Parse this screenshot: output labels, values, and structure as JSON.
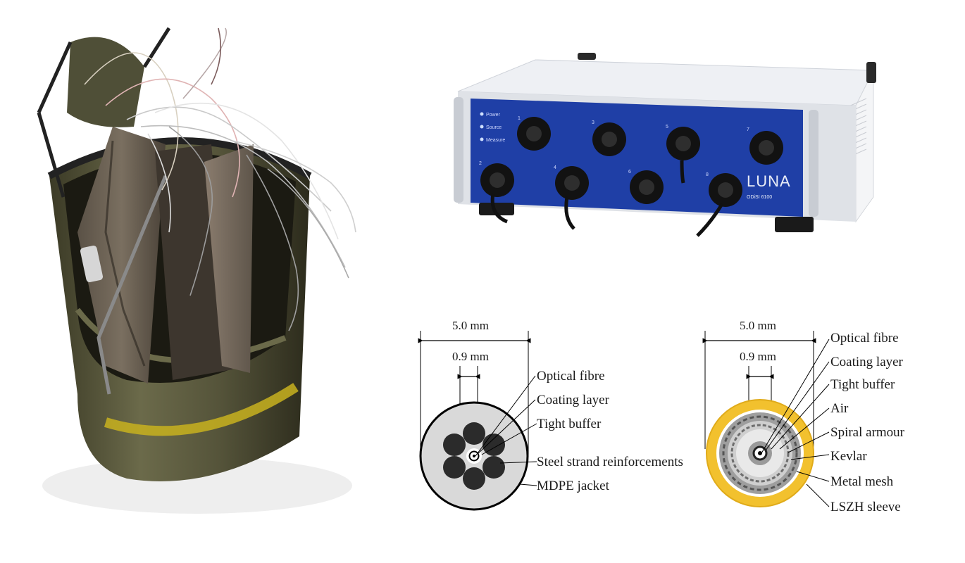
{
  "device": {
    "panel_lines": [
      "Power",
      "Source",
      "Measure"
    ],
    "port_numbers": [
      "1",
      "2",
      "3",
      "4",
      "5",
      "6",
      "7",
      "8"
    ],
    "brand": "LUNA",
    "model": "ODiSI 6100"
  },
  "cable_left": {
    "outer_diameter": "5.0 mm",
    "inner_diameter": "0.9 mm",
    "labels": [
      "Optical fibre",
      "Coating layer",
      "Tight buffer",
      "Steel strand reinforcements",
      "MDPE jacket"
    ],
    "colors": {
      "jacket": "#d9d9d9",
      "strand": "#2b2b2b",
      "outline": "#000000"
    }
  },
  "cable_right": {
    "outer_diameter": "5.0 mm",
    "inner_diameter": "0.9 mm",
    "labels": [
      "Optical fibre",
      "Coating layer",
      "Tight buffer",
      "Air",
      "Spiral armour",
      "Kevlar",
      "Metal mesh",
      "LSZH sleeve"
    ],
    "colors": {
      "sleeve": "#f2c12e",
      "mesh": "#9e9e9e",
      "kevlar": "#cfcfcf"
    }
  }
}
